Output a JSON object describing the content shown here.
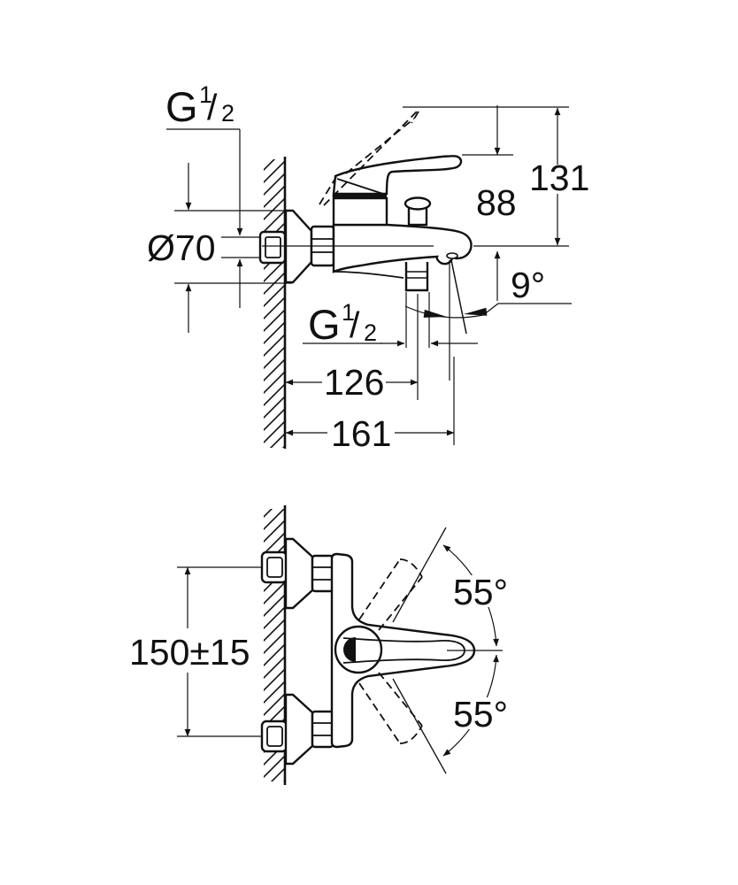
{
  "side_view": {
    "thread_label_top": {
      "letter": "G",
      "numerator": "1",
      "slash": "/",
      "denominator": "2"
    },
    "escutcheon_diameter": "Ø70",
    "height_closed": "88",
    "height_open": "131",
    "spout_angle": "9°",
    "thread_label_bottom": {
      "letter": "G",
      "numerator": "1",
      "slash": "/",
      "denominator": "2"
    },
    "wall_to_shower_outlet": "126",
    "wall_to_spout_tip": "161"
  },
  "plan_view": {
    "connection_spacing": "150±15",
    "lever_swing_upper": "55°",
    "lever_swing_lower": "55°"
  }
}
